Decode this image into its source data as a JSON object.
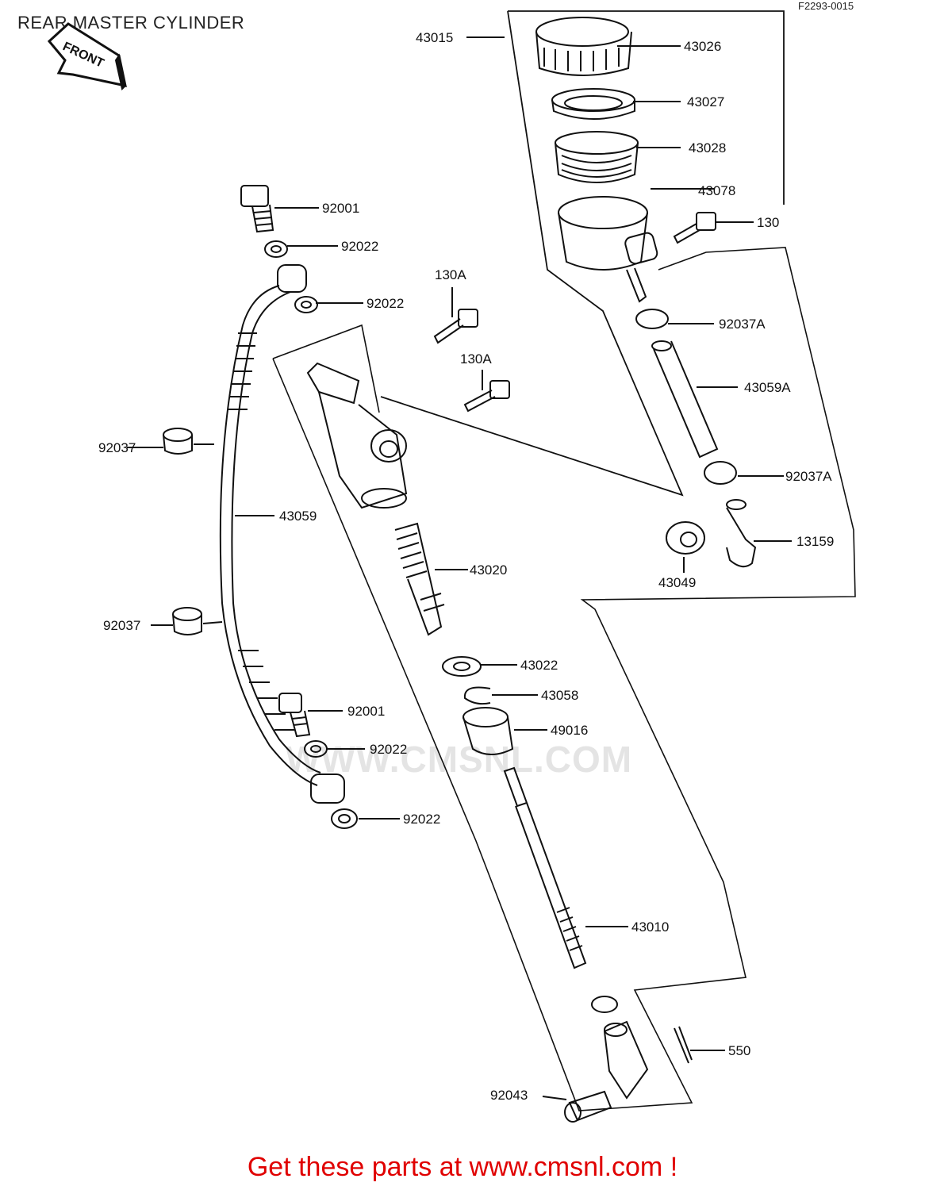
{
  "diagram": {
    "title": "REAR MASTER CYLINDER",
    "figure_code": "F2293-0015",
    "front_marker": "FRONT",
    "watermark": "WWW.CMSNL.COM",
    "cta": "Get these parts at www.cmsnl.com !"
  },
  "labels": {
    "l43015": "43015",
    "l43026": "43026",
    "l43027": "43027",
    "l43028": "43028",
    "l43078": "43078",
    "l130": "130",
    "l92001a": "92001",
    "l92022a": "92022",
    "l92022b": "92022",
    "l130Aa": "130A",
    "l130Ab": "130A",
    "l92037Aa": "92037A",
    "l43059A": "43059A",
    "l92037a": "92037",
    "l43059": "43059",
    "l92037Ab": "92037A",
    "l13159": "13159",
    "l43049": "43049",
    "l43020": "43020",
    "l92037b": "92037",
    "l43022": "43022",
    "l43058": "43058",
    "l92001b": "92001",
    "l49016": "49016",
    "l92022c": "92022",
    "l92022d": "92022",
    "l43010": "43010",
    "l550": "550",
    "l92043": "92043"
  }
}
